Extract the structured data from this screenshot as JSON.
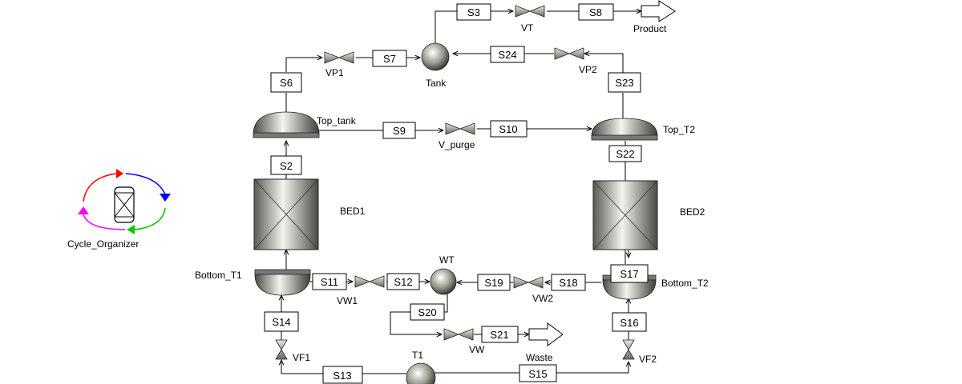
{
  "streams": {
    "S2": "S2",
    "S3": "S3",
    "S6": "S6",
    "S7": "S7",
    "S8": "S8",
    "S9": "S9",
    "S10": "S10",
    "S11": "S11",
    "S12": "S12",
    "S13": "S13",
    "S14": "S14",
    "S15": "S15",
    "S16": "S16",
    "S17": "S17",
    "S18": "S18",
    "S19": "S19",
    "S20": "S20",
    "S21": "S21",
    "S22": "S22",
    "S23": "S23",
    "S24": "S24"
  },
  "labels": {
    "vt": "VT",
    "product": "Product",
    "tank": "Tank",
    "vp1": "VP1",
    "vp2": "VP2",
    "top_tank": "Top_tank",
    "top_t2": "Top_T2",
    "v_purge": "V_purge",
    "bed1": "BED1",
    "bed2": "BED2",
    "bottom_t1": "Bottom_T1",
    "bottom_t2": "Bottom_T2",
    "wt": "WT",
    "vw1": "VW1",
    "vw2": "VW2",
    "vw": "VW",
    "waste": "Waste",
    "vf1": "VF1",
    "vf2": "VF2",
    "t1": "T1",
    "cycle_organizer": "Cycle_Organizer"
  },
  "colors": {
    "cycle_red": "#ff0000",
    "cycle_blue": "#0000ff",
    "cycle_green": "#00cc00",
    "cycle_magenta": "#ff00ff"
  }
}
